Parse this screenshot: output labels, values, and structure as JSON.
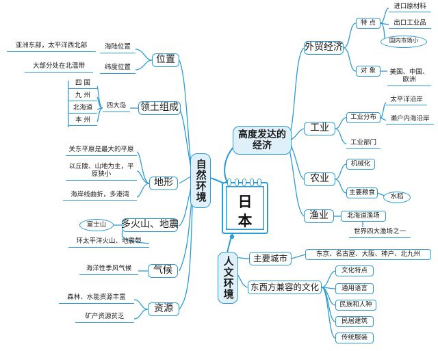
{
  "center": {
    "label": "日本"
  },
  "categories": {
    "natural": "自然环境",
    "economy": "高度发达的经济",
    "human": "人文环境"
  },
  "natural": {
    "location": {
      "label": "位置",
      "sea_land": "海陆位置",
      "sea_land_detail": "亚洲东部，太平洋西北部",
      "latitude": "纬度位置",
      "latitude_detail": "大部分处在北温带"
    },
    "territory": {
      "label": "领土组成",
      "four_islands": "四大岛",
      "islands": [
        "四 国",
        "九 州",
        "北海道",
        "本 州"
      ]
    },
    "terrain": {
      "label": "地形",
      "largest_plain": "关东平原是最大的平原",
      "hilly": "以丘陵、山地为主，平原狭小",
      "coast": "海岸线曲折，多港湾"
    },
    "volcano": {
      "label": "多火山、地震",
      "fuji": "富士山",
      "belt": "环太平洋火山、地震带"
    },
    "climate": {
      "label": "气候",
      "detail": "海洋性季风气候"
    },
    "resources": {
      "label": "资源",
      "rich": "森林、水能资源丰富",
      "poor": "矿产资源贫乏"
    }
  },
  "economy": {
    "trade": {
      "label": "外贸经济",
      "features": "特 点",
      "import": "进口原材料",
      "export": "出口工业品",
      "domestic": "国内市场小",
      "partners": "对 象",
      "partner_list": "美国、中国、欧洲"
    },
    "industry": {
      "label": "工业",
      "distribution": "工业分布",
      "pacific": "太平洋沿岸",
      "inland_sea": "濑户内海沿岸",
      "sectors": "工业部门"
    },
    "agriculture": {
      "label": "农业",
      "mechanized": "机械化",
      "grain": "主要粮食",
      "rice": "水稻"
    },
    "fishery": {
      "label": "渔业",
      "hokkaido": "北海道渔场",
      "world_four": "世界四大渔场之一"
    }
  },
  "human": {
    "cities": {
      "label": "主要城市",
      "list": "东京、名古屋、大阪、神户、北九州"
    },
    "culture": {
      "label": "东西方兼容的文化",
      "items": [
        "文化特点",
        "通用语言",
        "民族和人种",
        "民居建筑",
        "传统服装"
      ]
    }
  },
  "colors": {
    "line": "#2a9bd4",
    "category_fill": "#dff0fb"
  }
}
